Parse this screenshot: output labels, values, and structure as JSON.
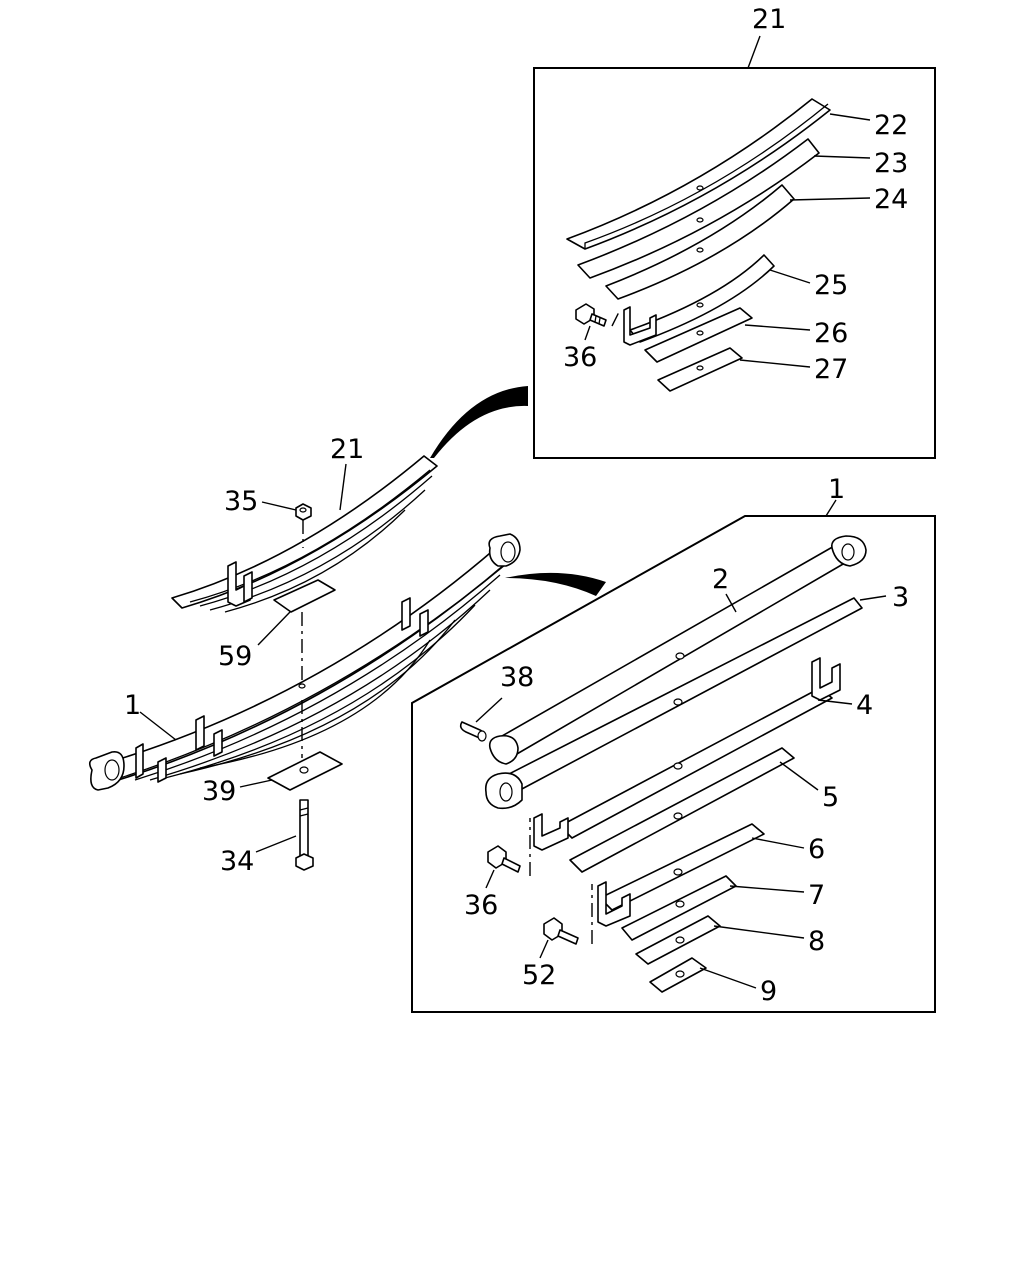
{
  "callouts": {
    "c21_top": "21",
    "c22": "22",
    "c23": "23",
    "c24": "24",
    "c25": "25",
    "c26": "26",
    "c27": "27",
    "c36_top": "36",
    "c21_main": "21",
    "c35": "35",
    "c59": "59",
    "c1_main": "1",
    "c39": "39",
    "c34": "34",
    "c1_box": "1",
    "c2": "2",
    "c3": "3",
    "c4": "4",
    "c5": "5",
    "c6": "6",
    "c7": "7",
    "c8": "8",
    "c9": "9",
    "c38": "38",
    "c36_bottom": "36",
    "c52": "52"
  },
  "colors": {
    "line": "#000000",
    "background": "#ffffff"
  }
}
